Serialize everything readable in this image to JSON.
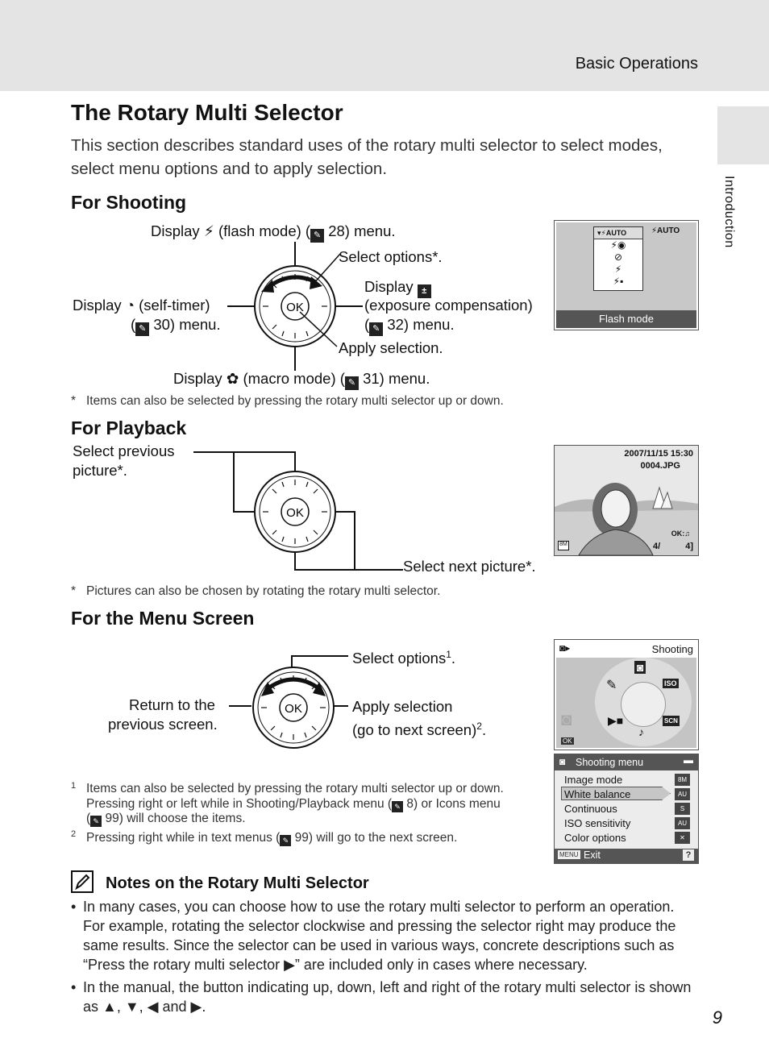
{
  "header": {
    "section": "Basic Operations"
  },
  "side_tab": {
    "label": "Introduction"
  },
  "title": "The Rotary Multi Selector",
  "intro": "This section describes standard uses of the rotary multi selector to select modes, select menu options and to apply selection.",
  "shooting": {
    "heading": "For Shooting",
    "top_label": {
      "pre": "Display",
      "post": "(flash mode) (",
      "page": "28) menu."
    },
    "select_options": "Select options*.",
    "left_line1": {
      "pre": "Display",
      "post": "(self-timer)"
    },
    "left_line2": {
      "pre": "(",
      "post": "30) menu."
    },
    "right_line1": "Display",
    "right_line2": "(exposure compensation)",
    "right_line3": {
      "pre": "(",
      "post": "32) menu."
    },
    "apply": "Apply selection.",
    "bottom_label": {
      "pre": "Display",
      "post": "(macro mode) (",
      "page": "31) menu."
    },
    "footnote_mark": "*",
    "footnote": "Items can also be selected by pressing the rotary multi selector up or down.",
    "screen": {
      "caption": "Flash mode",
      "auto": "AUTO",
      "top_badge": "AUTO"
    }
  },
  "playback": {
    "heading": "For Playback",
    "prev_line1": "Select previous",
    "prev_line2": "picture*.",
    "next": "Select next picture*.",
    "footnote_mark": "*",
    "footnote": "Pictures can also be chosen by rotating the rotary multi selector.",
    "screen": {
      "datetime": "2007/11/15 15:30",
      "filename": "0004.JPG",
      "counter": "4/",
      "counter_right": "4]"
    }
  },
  "menu": {
    "heading": "For the Menu Screen",
    "select_options": "Select options",
    "select_sup": "1",
    "return_line1": "Return to the",
    "return_line2": "previous screen.",
    "apply_line1": "Apply selection",
    "apply_line2": "(go to next screen)",
    "apply_sup": "2",
    "fn1_mark": "1",
    "fn1_line1": "Items can also be selected by pressing the rotary multi selector up or down.",
    "fn1_line2": {
      "pre": "Pressing right or left while in Shooting/Playback menu (",
      "post": "8) or Icons menu"
    },
    "fn1_line3": {
      "pre": "(",
      "post": "99) will choose the items."
    },
    "fn2_mark": "2",
    "fn2": {
      "pre": "Pressing right while in text menus (",
      "post": "99) will go to the next screen."
    },
    "icon_screen": {
      "title": "Shooting"
    },
    "list_screen": {
      "title": "Shooting menu",
      "items": [
        "Image mode",
        "White balance",
        "Continuous",
        "ISO sensitivity",
        "Color options"
      ],
      "selected": 1,
      "footer": "Exit",
      "menu_key": "MENU"
    }
  },
  "notes": {
    "heading": "Notes on the Rotary Multi Selector",
    "bullet1": "In many cases, you can choose how to use the rotary multi selector to perform an operation. For example, rotating the selector clockwise and pressing the selector right may produce the same results. Since the selector can be used in various ways, concrete descriptions such as “Press the rotary multi selector ▶” are included only in cases where necessary.",
    "bullet2": "In the manual, the button indicating up, down, left and right of the rotary multi selector is shown as ▲, ▼, ◀ and ▶."
  },
  "page_number": "9"
}
